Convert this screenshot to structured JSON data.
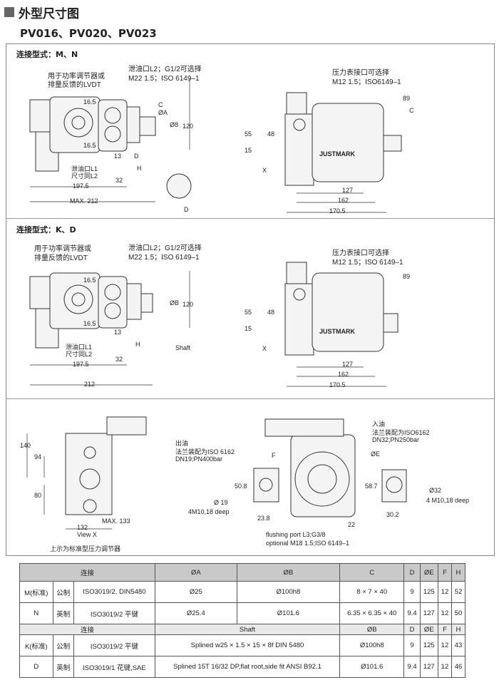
{
  "header": {
    "title": "外型尺寸图",
    "subtitle": "PV016、PV020、PV023"
  },
  "section1": {
    "title": "连接型式：M、N",
    "notes": [
      "用于功率调节器或",
      "排量反馈的LVDT",
      "泄油口L2；G1/2可选择",
      "M22 1.5；ISO 6149–1",
      "压力表接口可选择",
      "M12 1.5；ISO6149–1",
      "泄油口L1",
      "尺寸同L2"
    ],
    "dims": [
      "16.5",
      "16.5",
      "ØA",
      "C",
      "Ø8",
      "120",
      "13",
      "D",
      "H",
      "32",
      "197.5",
      "MAX. 212",
      "D",
      "89",
      "C",
      "55",
      "48",
      "15",
      "X",
      "127",
      "162",
      "170.5"
    ],
    "brand": "JUSTMARK"
  },
  "section2": {
    "title": "连接型式：K、D",
    "notes": [
      "用于功率调节器或",
      "排量反馈的LVDT",
      "泄油口L2；G1/2可选择",
      "M22 1.5；ISO 6149–1",
      "压力表接口可选择",
      "M12 1.5；ISO 6149–1",
      "泄油口L1",
      "尺寸同L2",
      "Shaft"
    ],
    "dims": [
      "16.5",
      "16.5",
      "ØB",
      "120",
      "13",
      "H",
      "32",
      "197.5",
      "212",
      "89",
      "55",
      "48",
      "15",
      "X",
      "127",
      "162",
      "170.5"
    ],
    "brand": "JUSTMARK"
  },
  "section3": {
    "dims": [
      "140",
      "94",
      "80",
      "132",
      "MAX. 133",
      "View X",
      "50.8",
      "Ø 19",
      "4M10,18 deep",
      "23.8",
      "F",
      "ØE",
      "58.7",
      "Ø32",
      "4 M10,18 deep",
      "30.2",
      "22"
    ],
    "notes": [
      "上示为标准型压力调节器",
      "出油",
      "法兰装配为ISO 6162",
      "DN19;PN400bar",
      "入油",
      "法兰装配为ISO6162",
      "DN32;PN250bar",
      "flushing port L3;G3/8",
      "optional M18 1.5;ISO 6149–1"
    ]
  },
  "table": {
    "header": [
      "连接",
      "ØA",
      "ØB",
      "C",
      "D",
      "ØE",
      "F",
      "H"
    ],
    "rows1": [
      [
        "M(标准)",
        "公制",
        "ISO3019/2, DIN5480",
        "Ø25",
        "Ø100h8",
        "8 × 7 × 40",
        "9",
        "125",
        "12",
        "52"
      ],
      [
        "N",
        "英制",
        "ISO3019/2 平键",
        "Ø25.4",
        "Ø101.6",
        "6.35 × 6.35 × 40",
        "9.4",
        "127",
        "12",
        "50"
      ]
    ],
    "subheader": [
      "连接",
      "Shaft",
      "ØB",
      "D",
      "ØE",
      "F",
      "H"
    ],
    "rows2": [
      [
        "K(标准)",
        "公制",
        "ISO3019/2 平键",
        "Splined w25 × 1.5 × 15 × 8f DIN 5480",
        "Ø100h8",
        "9",
        "125",
        "12",
        "43"
      ],
      [
        "D",
        "英制",
        "ISO3019/1 花键,SAE",
        "Splined 15T 16/32 DP,flat root,side fit ANSI B92.1",
        "Ø101.6",
        "9.4",
        "127",
        "12",
        "46"
      ]
    ]
  }
}
